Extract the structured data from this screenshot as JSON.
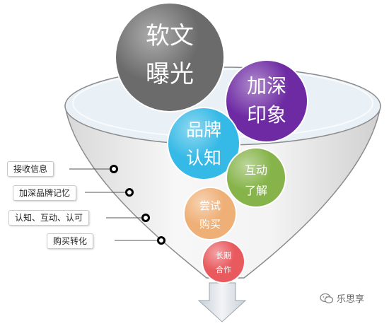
{
  "stage_labels": [
    "接收信息",
    "加深品牌记忆",
    "认知、互动、认可",
    "购买转化"
  ],
  "bubbles": [
    {
      "lines": [
        "软文",
        "曝光"
      ],
      "color": "#6b6b6b"
    },
    {
      "lines": [
        "加深",
        "印象"
      ],
      "color": "#6e2aa3"
    },
    {
      "lines": [
        "品牌",
        "认知"
      ],
      "color": "#35b9e6"
    },
    {
      "lines": [
        "互动",
        "了解"
      ],
      "color": "#86b44a"
    },
    {
      "lines": [
        "尝试",
        "购买"
      ],
      "color": "#efb077"
    },
    {
      "lines": [
        "长期",
        "合作"
      ],
      "color": "#e85a5e"
    }
  ],
  "watermark": "乐思享",
  "icons": [
    "wechat-icon",
    "down-arrow-icon"
  ]
}
